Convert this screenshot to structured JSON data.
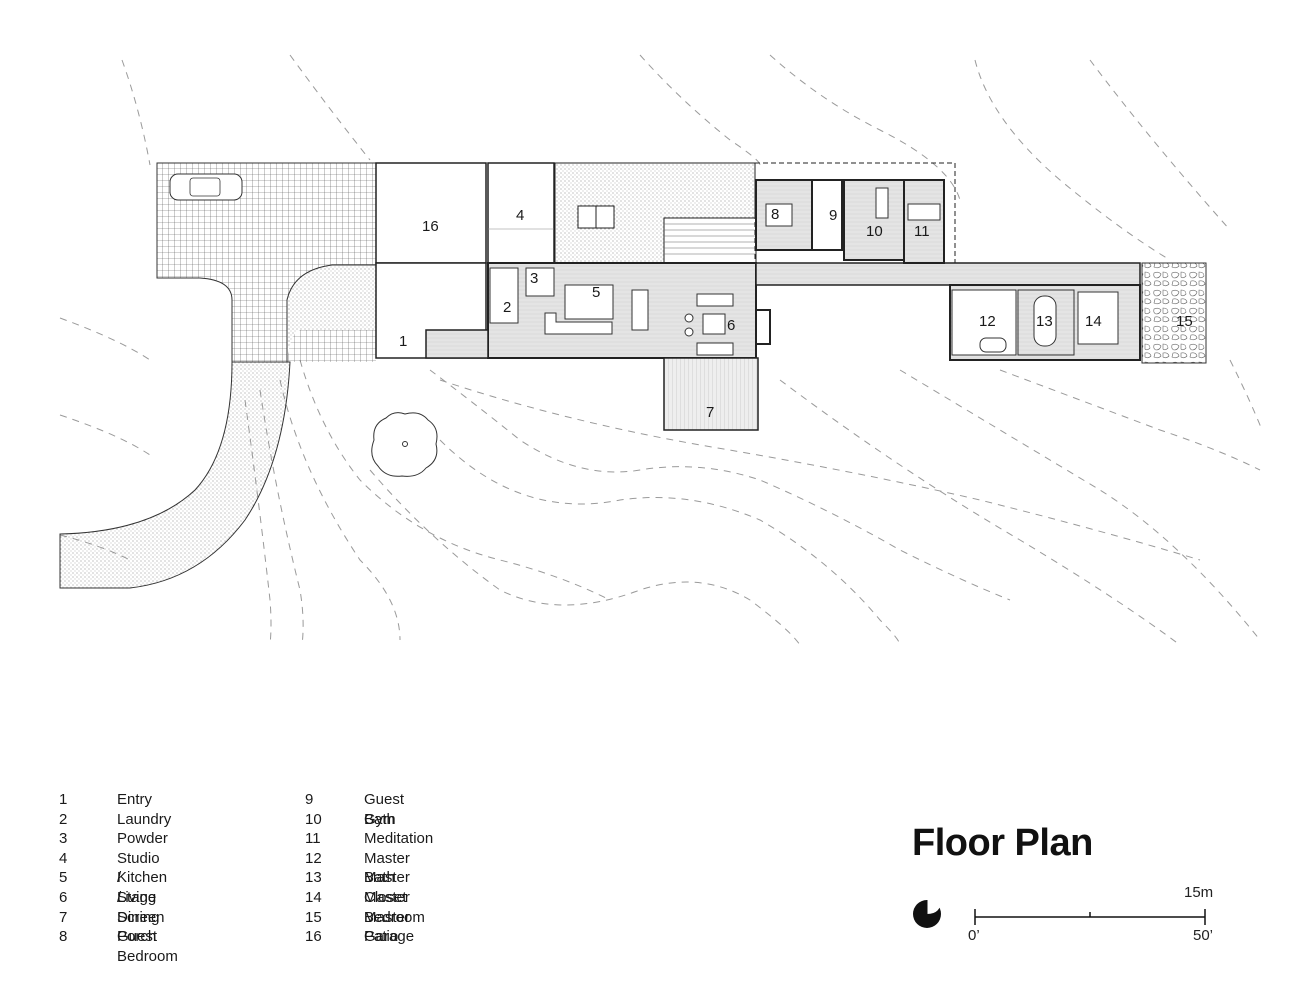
{
  "title": "Floor Plan",
  "rooms": [
    {
      "num": "1",
      "name": "Entry"
    },
    {
      "num": "2",
      "name": "Laundry"
    },
    {
      "num": "3",
      "name": "Powder"
    },
    {
      "num": "4",
      "name": "Studio / Stage"
    },
    {
      "num": "5",
      "name": "Kitchen / Dining"
    },
    {
      "num": "6",
      "name": "Living"
    },
    {
      "num": "7",
      "name": "Screen Porch"
    },
    {
      "num": "8",
      "name": "Guest Bedroom"
    },
    {
      "num": "9",
      "name": "Guest Bath"
    },
    {
      "num": "10",
      "name": "Gym"
    },
    {
      "num": "11",
      "name": "Meditation"
    },
    {
      "num": "12",
      "name": "Master Bath"
    },
    {
      "num": "13",
      "name": "Master Closet"
    },
    {
      "num": "14",
      "name": "Master Bedroom"
    },
    {
      "num": "15",
      "name": "Master Patio"
    },
    {
      "num": "16",
      "name": "Garage"
    }
  ],
  "scale": {
    "metric_label": "15m",
    "start_label": "0’",
    "end_label": "50’"
  }
}
